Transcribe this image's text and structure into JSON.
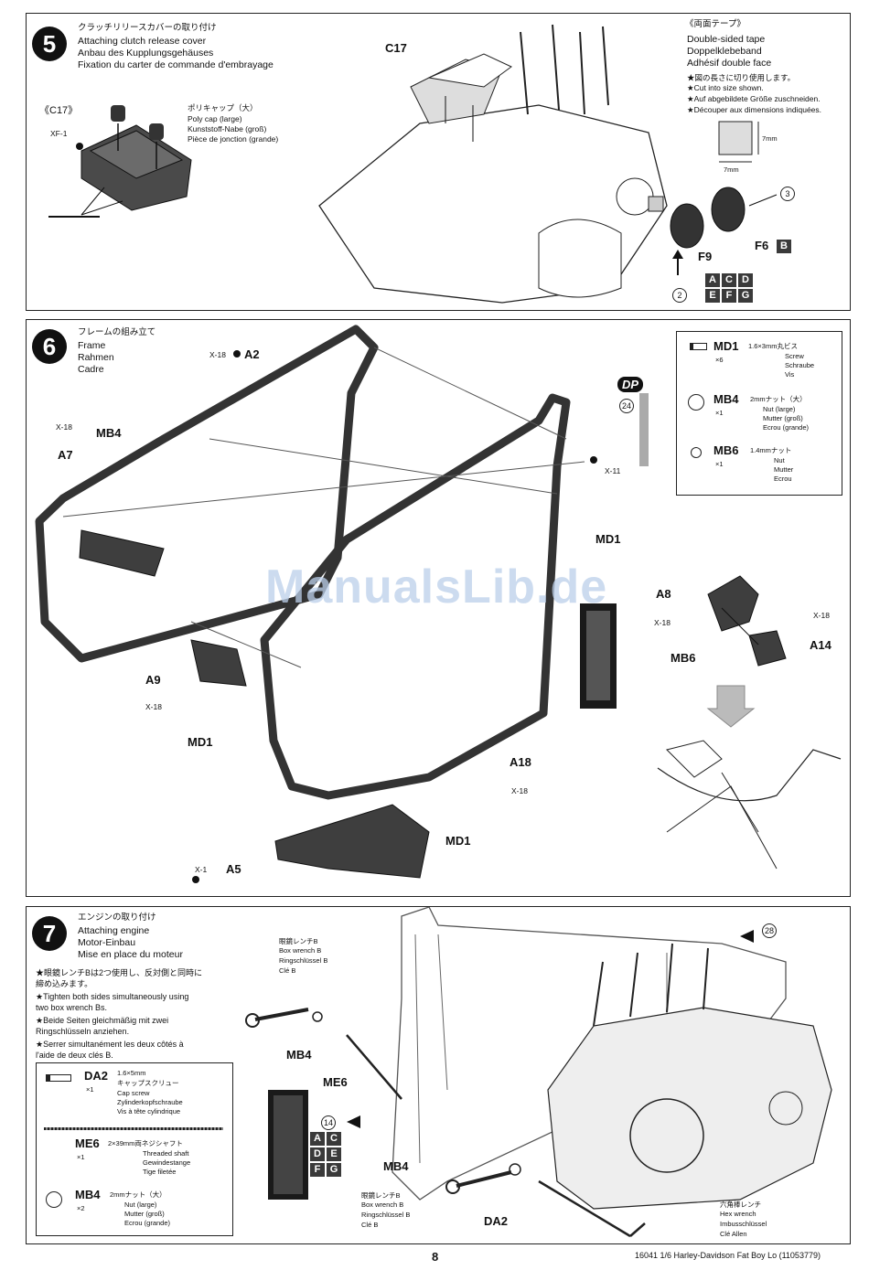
{
  "step5": {
    "number": "5",
    "title_jp": "クラッチリリースカバーの取り付け",
    "title_en": "Attaching clutch release cover",
    "title_de": "Anbau des Kupplungsgehäuses",
    "title_fr": "Fixation du carter de commande d'embrayage",
    "inset_label": "《C17》",
    "screw_label": "XF-1",
    "polycap_jp": "ポリキャップ（大）",
    "polycap_en": "Poly cap (large)",
    "polycap_de": "Kunststoff-Nabe (groß)",
    "polycap_fr": "Pièce de jonction (grande)",
    "part_c17": "C17",
    "tape_jp": "《両面テープ》",
    "tape_en": "Double-sided tape",
    "tape_de": "Doppelklebeband",
    "tape_fr": "Adhésif double face",
    "tape_note_jp": "★図の長さに切り使用します。",
    "tape_note_en": "★Cut into size shown.",
    "tape_note_de": "★Auf abgebildete Größe zuschneiden.",
    "tape_note_fr": "★Découper aux dimensions indiquées.",
    "dim_v": "7mm",
    "dim_h": "7mm",
    "part_f9": "F9",
    "part_f6": "F6",
    "f6_tag": "B",
    "ref_3": "3",
    "ref_2": "2",
    "letters": [
      "A",
      "C",
      "D",
      "E",
      "F",
      "G"
    ]
  },
  "step6": {
    "number": "6",
    "title_jp": "フレームの組み立て",
    "title_en": "Frame",
    "title_de": "Rahmen",
    "title_fr": "Cadre",
    "x18_a2": "X-18",
    "part_a2": "A2",
    "dp": "DP",
    "ref_24": "24",
    "x18_a7": "X-18",
    "part_mb4": "MB4",
    "part_a7": "A7",
    "x11": "X-11",
    "part_md1_a": "MD1",
    "part_a9": "A9",
    "x18_a9": "X-18",
    "part_md1_b": "MD1",
    "part_a18": "A18",
    "x18_a18": "X-18",
    "part_md1_c": "MD1",
    "x1_a5": "X-1",
    "part_a5": "A5",
    "part_a8": "A8",
    "x18_a8": "X-18",
    "x18_a14": "X-18",
    "part_a14": "A14",
    "part_mb6": "MB6",
    "box": {
      "md1_code": "MD1",
      "md1_qty": "×6",
      "md1_jp": "1.6×3mm丸ビス",
      "md1_en": "Screw",
      "md1_de": "Schraube",
      "md1_fr": "Vis",
      "mb4_code": "MB4",
      "mb4_qty": "×1",
      "mb4_jp": "2mmナット（大）",
      "mb4_en": "Nut (large)",
      "mb4_de": "Mutter (groß)",
      "mb4_fr": "Ecrou (grande)",
      "mb6_code": "MB6",
      "mb6_qty": "×1",
      "mb6_jp": "1.4mmナット",
      "mb6_en": "Nut",
      "mb6_de": "Mutter",
      "mb6_fr": "Ecrou"
    }
  },
  "step7": {
    "number": "7",
    "title_jp": "エンジンの取り付け",
    "title_en": "Attaching engine",
    "title_de": "Motor-Einbau",
    "title_fr": "Mise en place du moteur",
    "note_jp1": "★眼鏡レンチBは2つ使用し、反対側と同時に",
    "note_jp2": "締め込みます。",
    "note_en1": "★Tighten both sides simultaneously using",
    "note_en2": "two box wrench Bs.",
    "note_de1": "★Beide Seiten gleichmäßig mit zwei",
    "note_de2": "Ringschlüsseln anziehen.",
    "note_fr1": "★Serrer simultanément les deux côtés à",
    "note_fr2": "l'aide de deux clés B.",
    "box": {
      "da2_code": "DA2",
      "da2_qty": "×1",
      "da2_jp1": "1.6×5mm",
      "da2_jp2": "キャップスクリュー",
      "da2_en": "Cap screw",
      "da2_de": "Zylinderkopfschraube",
      "da2_fr": "Vis à tête cylindrique",
      "me6_code": "ME6",
      "me6_qty": "×1",
      "me6_jp": "2×39mm両ネジシャフト",
      "me6_en": "Threaded shaft",
      "me6_de": "Gewindestange",
      "me6_fr": "Tige filetée",
      "mb4_code": "MB4",
      "mb4_qty": "×2",
      "mb4_jp": "2mmナット（大）",
      "mb4_en": "Nut (large)",
      "mb4_de": "Mutter (groß)",
      "mb4_fr": "Ecrou (grande)"
    },
    "wrench_top_jp": "眼鏡レンチB",
    "wrench_top_en": "Box wrench B",
    "wrench_top_de": "Ringschlüssel B",
    "wrench_top_fr": "Clé B",
    "part_mb4_top": "MB4",
    "part_me6": "ME6",
    "ref_14": "14",
    "ref_28": "28",
    "part_mb4_bottom": "MB4",
    "wrench_bot_jp": "眼鏡レンチB",
    "wrench_bot_en": "Box wrench B",
    "wrench_bot_de": "Ringschlüssel B",
    "wrench_bot_fr": "Clé B",
    "part_da2": "DA2",
    "hex_jp": "六角棒レンチ",
    "hex_en": "Hex wrench",
    "hex_de": "Imbusschlüssel",
    "hex_fr": "Clé Allen",
    "letters": [
      "A",
      "C",
      "D",
      "E",
      "F",
      "G"
    ]
  },
  "watermark": "ManualsLib.de",
  "page_number": "8",
  "footer": "16041  1/6 Harley-Davidson Fat Boy Lo (11053779)"
}
